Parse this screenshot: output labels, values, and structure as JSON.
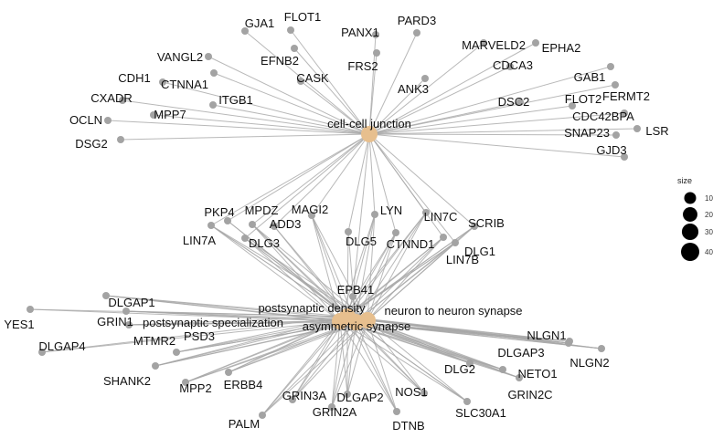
{
  "categories": [
    {
      "id": "cellcell",
      "label": "cell-cell junction"
    },
    {
      "id": "psd",
      "label": "postsynaptic density"
    },
    {
      "id": "n2n",
      "label": "neuron to neuron synapse"
    },
    {
      "id": "psspec",
      "label": "postsynaptic specialization"
    },
    {
      "id": "asym",
      "label": "asymmetric synapse"
    }
  ],
  "genes": {
    "top": [
      "GJA1",
      "FLOT1",
      "PANX1",
      "PARD3",
      "EFNB2",
      "FRS2",
      "MARVELD2",
      "EPHA2",
      "VANGL2",
      "CASK",
      "CDCA3",
      "CTNNA1",
      "ANK3",
      "GAB1",
      "CDH1",
      "FERMT2",
      "ITGB1",
      "DSC2",
      "FLOT2",
      "CXADR",
      "CDC42BPA",
      "MPP7",
      "LSR",
      "OCLN",
      "SNAP23",
      "DSG2",
      "GJD3"
    ],
    "middle": [
      "PKP4",
      "MPDZ",
      "MAGI2",
      "LYN",
      "LIN7C",
      "SCRIB",
      "ADD3",
      "LIN7A",
      "DLG3",
      "DLG5",
      "CTNND1",
      "DLG1",
      "LIN7B",
      "EPB41"
    ],
    "bottom": [
      "DLGAP1",
      "YES1",
      "GRIN1",
      "MTMR2",
      "DLGAP4",
      "NLGN1",
      "DLGAP3",
      "NLGN2",
      "PSD3",
      "NETO1",
      "DLG2",
      "SHANK2",
      "MPP2",
      "ERBB4",
      "NOS1",
      "GRIN2C",
      "GRIN3A",
      "DLGAP2",
      "SLC30A1",
      "GRIN2A",
      "PALM",
      "DTNB"
    ]
  },
  "legend": {
    "title": "size",
    "items": [
      {
        "label": "10",
        "value": 10
      },
      {
        "label": "20",
        "value": 20
      },
      {
        "label": "30",
        "value": 30
      },
      {
        "label": "40",
        "value": 40
      }
    ]
  }
}
